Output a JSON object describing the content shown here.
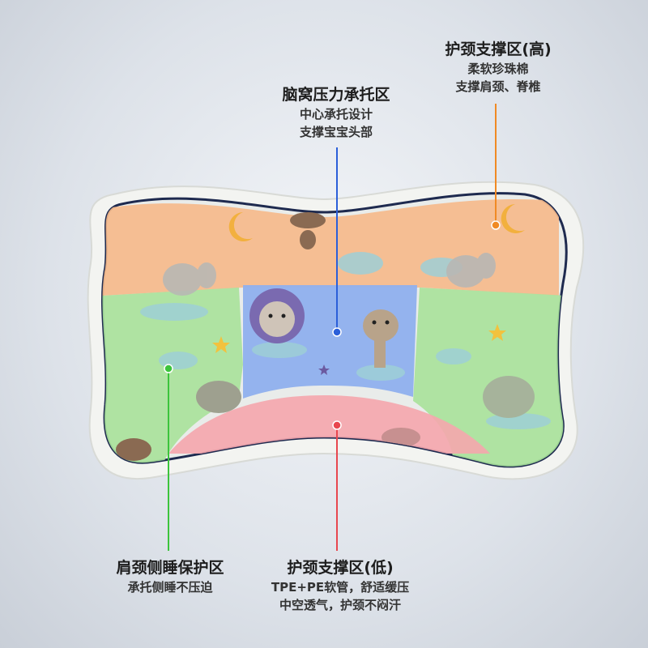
{
  "zones": {
    "neck_high": {
      "title": "护颈支撑区(高)",
      "lines": [
        "柔软珍珠棉",
        "支撑肩颈、脊椎"
      ],
      "color": "#f08a24"
    },
    "center": {
      "title": "脑窝压力承托区",
      "lines": [
        "中心承托设计",
        "支撑宝宝头部"
      ],
      "color": "#2b5fd9"
    },
    "side": {
      "title": "肩颈侧睡保护区",
      "lines": [
        "承托侧睡不压迫"
      ],
      "color": "#3cc43c"
    },
    "neck_low": {
      "title": "护颈支撑区(低)",
      "lines": [
        "TPE+PE软管，舒适缓压",
        "中空透气，护颈不闷汗"
      ],
      "color": "#e8474f"
    }
  },
  "fill_colors": {
    "orange": "#f6b98a",
    "blue": "#8fb0ee",
    "green": "#a9e29a",
    "pink": "#f5a6ad",
    "pillow_outline": "#1e2a4f",
    "pillow_edge": "#f3f4f1"
  }
}
